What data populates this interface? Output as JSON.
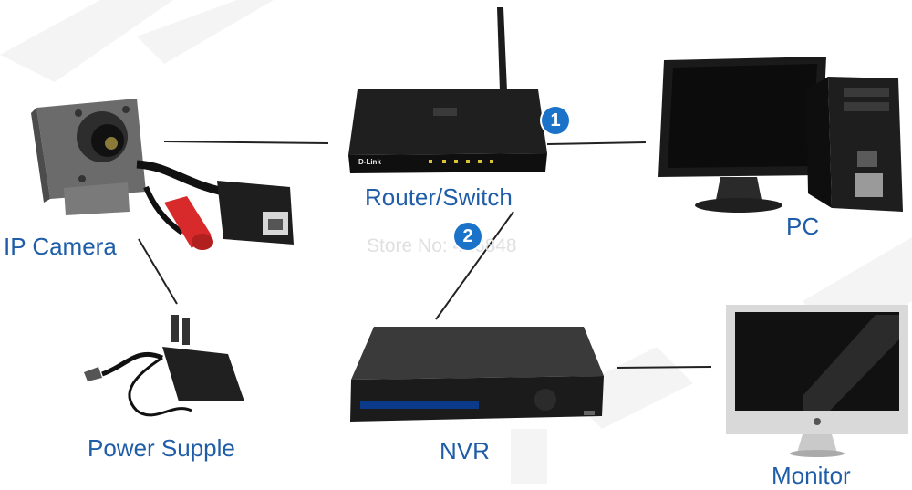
{
  "watermark": "Store No: 416848",
  "devices": {
    "ip_camera": "IP Camera",
    "router": "Router/Switch",
    "pc": "PC",
    "power_supply": "Power Supple",
    "nvr": "NVR",
    "monitor": "Monitor"
  },
  "steps": [
    "1",
    "2"
  ],
  "router_brand": "D-Link",
  "monitor_logo": "",
  "colors": {
    "label": "#1f5da8",
    "badge": "#1a73c8"
  }
}
